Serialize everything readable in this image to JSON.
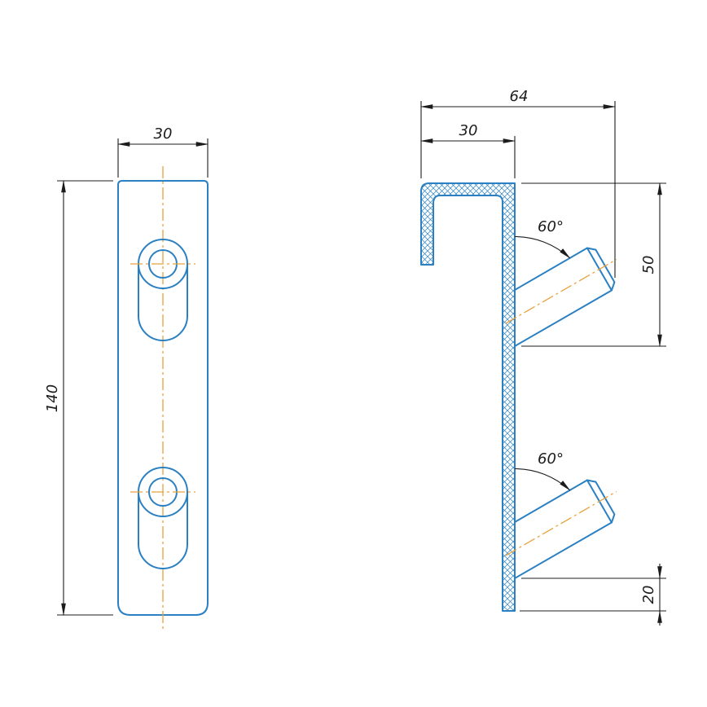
{
  "drawing": {
    "front_view": {
      "width_label": "30",
      "height_label": "140"
    },
    "side_view": {
      "overall_width_label": "64",
      "hook_depth_label": "30",
      "upper_peg_length_label": "50",
      "lower_peg_offset_label": "20",
      "upper_peg_angle_label": "60°",
      "lower_peg_angle_label": "60°"
    }
  },
  "colors": {
    "outline-color": "#2a80c2",
    "centerline-color": "#e8a23d",
    "dimension-color": "#1c1c1c",
    "background-color": "#ffffff"
  }
}
